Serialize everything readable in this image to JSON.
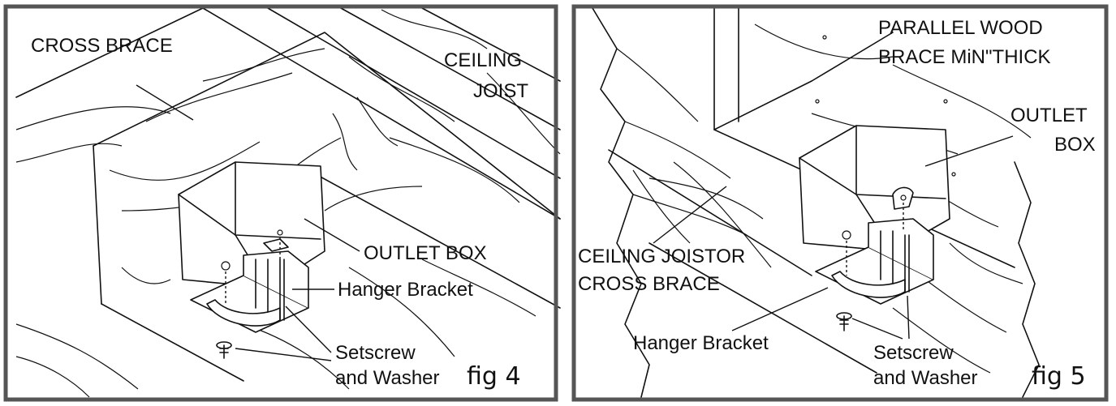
{
  "fig4": {
    "labels": {
      "cross_brace": "CROSS  BRACE",
      "ceiling_joist_1": "CEILING",
      "ceiling_joist_2": "JOIST",
      "outlet_box": "OUTLET  BOX",
      "hanger_bracket": "Hanger Bracket",
      "setscrew_1": "Setscrew",
      "setscrew_2": "and Washer"
    },
    "caption": "fig 4"
  },
  "fig5": {
    "labels": {
      "parallel_brace_1": "PARALLEL WOOD",
      "parallel_brace_2": "BRACE MiN\"THICK",
      "outlet_box_1": "OUTLET",
      "outlet_box_2": "BOX",
      "joist_or_brace_1": "CEILING JOISTOR",
      "joist_or_brace_2": "CROSS BRACE",
      "hanger_bracket": "Hanger Bracket",
      "setscrew_1": "Setscrew",
      "setscrew_2": "and Washer"
    },
    "caption": "fig 5"
  }
}
